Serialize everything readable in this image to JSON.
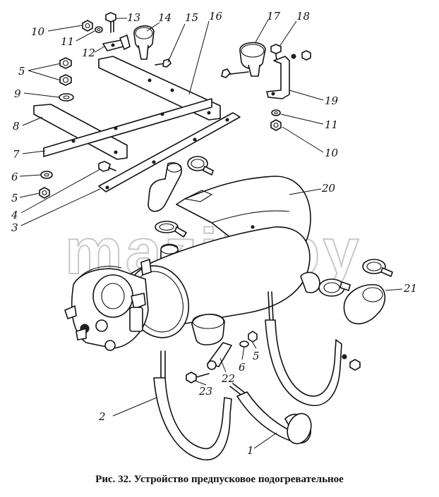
{
  "caption": "Рис. 32. Устройство предпусковое подогревательное",
  "watermark": "mazik.by",
  "labels": [
    {
      "id": "l10a",
      "text": "10"
    },
    {
      "id": "l11a",
      "text": "11"
    },
    {
      "id": "l13",
      "text": "13"
    },
    {
      "id": "l14",
      "text": "14"
    },
    {
      "id": "l15",
      "text": "15"
    },
    {
      "id": "l16",
      "text": "16"
    },
    {
      "id": "l17",
      "text": "17"
    },
    {
      "id": "l18",
      "text": "18"
    },
    {
      "id": "l12",
      "text": "12"
    },
    {
      "id": "l5a",
      "text": "5"
    },
    {
      "id": "l9",
      "text": "9"
    },
    {
      "id": "l19",
      "text": "19"
    },
    {
      "id": "l8",
      "text": "8"
    },
    {
      "id": "l11b",
      "text": "11"
    },
    {
      "id": "l10b",
      "text": "10"
    },
    {
      "id": "l7",
      "text": "7"
    },
    {
      "id": "l6a",
      "text": "6"
    },
    {
      "id": "l20",
      "text": "20"
    },
    {
      "id": "l5b",
      "text": "5"
    },
    {
      "id": "l4",
      "text": "4"
    },
    {
      "id": "l3",
      "text": "3"
    },
    {
      "id": "l21",
      "text": "21"
    },
    {
      "id": "l6b",
      "text": "6"
    },
    {
      "id": "l5c",
      "text": "5"
    },
    {
      "id": "l22",
      "text": "22"
    },
    {
      "id": "l23",
      "text": "23"
    },
    {
      "id": "l2",
      "text": "2"
    },
    {
      "id": "l1",
      "text": "1"
    }
  ]
}
